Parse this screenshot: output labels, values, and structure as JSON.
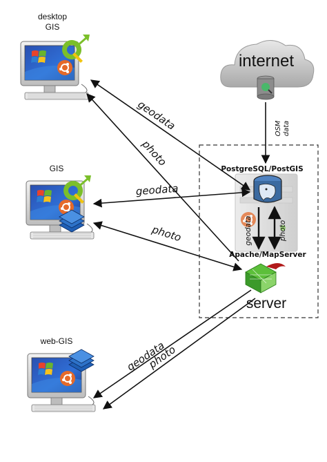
{
  "nodes": {
    "desktop_gis": {
      "label_line1": "desktop",
      "label_line2": "GIS"
    },
    "gis": {
      "label": "GIS"
    },
    "web_gis": {
      "label": "web-GIS"
    },
    "internet": {
      "label": "internet"
    },
    "postgis": {
      "label": "PostgreSQL/PostGIS"
    },
    "mapserver": {
      "label": "Apache/MapServer"
    },
    "server": {
      "label": "server"
    }
  },
  "edges": {
    "osm_data": {
      "line1": "OSM",
      "line2": "data"
    },
    "desktop_geodata": "geodata",
    "desktop_photo": "photo",
    "gis_geodata": "geodata",
    "gis_photo": "photo",
    "inner_geodata": "geodata",
    "inner_photo": "photo",
    "web_geodata": "geodata",
    "web_photo": "photo"
  },
  "colors": {
    "screen": "#2f63c6",
    "qgis_green": "#7bbf2a",
    "ubuntu_orange": "#e56a2a",
    "postgres_blue": "#3b6aa0",
    "cloud_gray": "#c9c9c9",
    "layer_blue": "#2d72c8",
    "mapserver_red": "#b11a1a"
  }
}
